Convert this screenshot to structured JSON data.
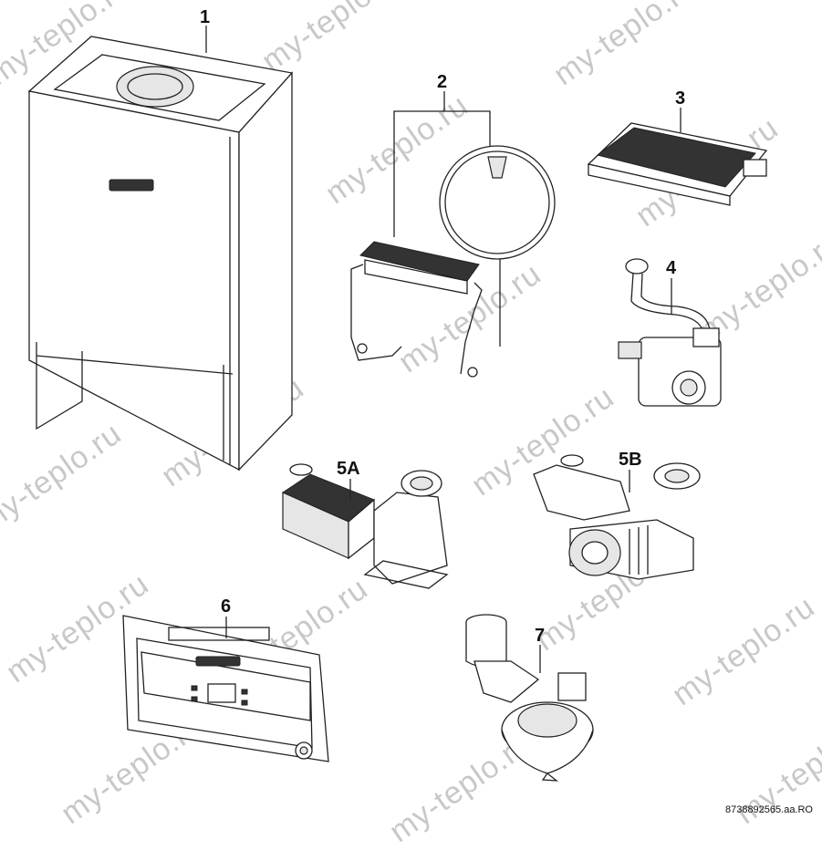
{
  "watermark": "my-teplo.ru",
  "parts": [
    {
      "label": "1"
    },
    {
      "label": "2"
    },
    {
      "label": "3"
    },
    {
      "label": "4"
    },
    {
      "label": "5A"
    },
    {
      "label": "5B"
    },
    {
      "label": "6"
    },
    {
      "label": "7"
    }
  ],
  "document_reference": "8738892565.aa.RO"
}
